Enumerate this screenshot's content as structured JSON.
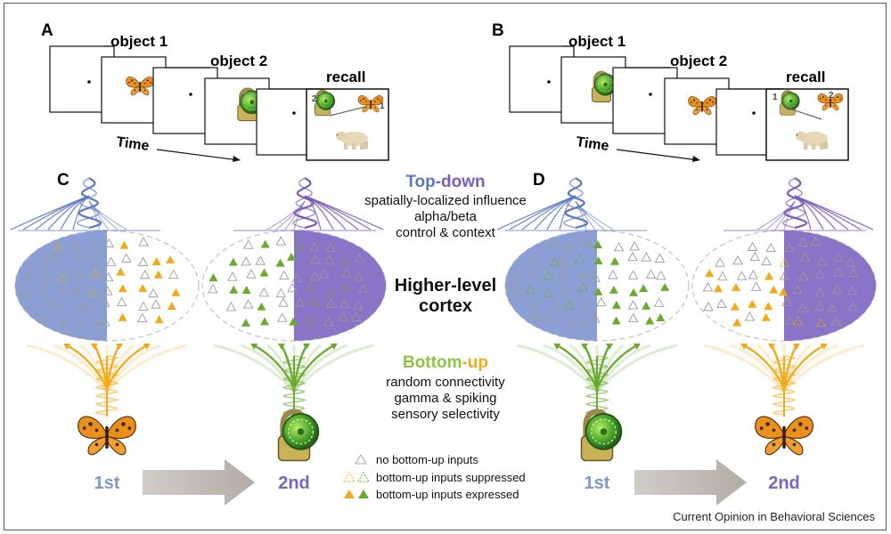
{
  "panels": {
    "a": {
      "letter": "A",
      "obj1": "object 1",
      "obj2": "object 2",
      "recall": "recall",
      "time": "Time",
      "n_left": "2",
      "n_right": "1"
    },
    "b": {
      "letter": "B",
      "obj1": "object 1",
      "obj2": "object 2",
      "recall": "recall",
      "time": "Time",
      "n_left": "1",
      "n_right": "2"
    },
    "c": {
      "letter": "C"
    },
    "d": {
      "letter": "D"
    }
  },
  "center": {
    "top_down_1": "Top",
    "top_down_2": "-down",
    "top_lines": [
      "spatially-localized influence",
      "alpha/beta",
      "control & context"
    ],
    "cortex_lines": [
      "Higher-level",
      "cortex"
    ],
    "bottom_up_1": "Bottom",
    "bottom_up_2": "-up",
    "bottom_lines": [
      "random connectivity",
      "gamma & spiking",
      "sensory selectivity"
    ]
  },
  "order": {
    "first": "1st",
    "second": "2nd"
  },
  "legend": [
    {
      "text": "no bottom-up inputs"
    },
    {
      "text": "bottom-up inputs suppressed"
    },
    {
      "text": "bottom-up inputs expressed"
    }
  ],
  "credit": "Current Opinion in Behavioral Sciences",
  "colors": {
    "blue": "#5b78c0",
    "purple": "#7b5cb8",
    "blueFill": "#8b9fd4",
    "purpleFill": "#8a74c8",
    "green": "#6aaa30",
    "orange": "#f2a91a",
    "grey": "#b5aea8"
  }
}
